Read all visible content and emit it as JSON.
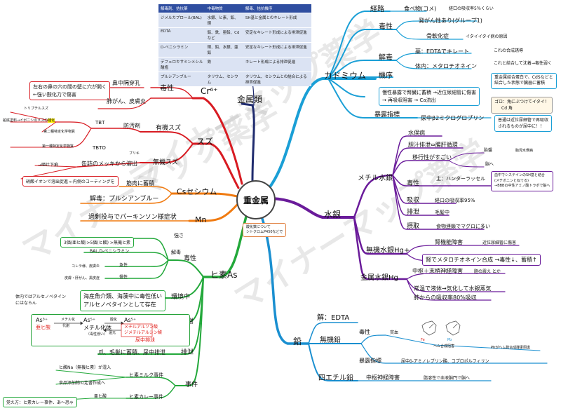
{
  "center": "重金属",
  "metal_table": {
    "headers": [
      "解毒剤、拮抗薬",
      "中毒物質",
      "解毒、拮抗機序"
    ],
    "rows": [
      [
        "ジメルカプロール(BAL)",
        "水銀、ヒ素、鉛、銅",
        "SH基と金属とのキレート形成"
      ],
      [
        "EDTA",
        "鉛、鉄、亜鉛、Cdなど",
        "安定なキレート形成による排泄促進"
      ],
      [
        "D-ペニシラミン",
        "銅、鉛、水銀、亜鉛",
        "安定なキレート形成による排泄促進"
      ],
      [
        "デフェロキサミンメシル酸塩",
        "鉄",
        "キレート形成による排泄促進"
      ],
      [
        "プルシアンブルー",
        "タリウム、セシウム",
        "タリウム、セシウムとの結合による排泄促進"
      ]
    ]
  },
  "metal_class": "金属類",
  "cadmium": {
    "title": "カドミウム",
    "route": "経路",
    "route_val": "食べ物(コメ)",
    "route_note": "経口の吸収率5％くらい",
    "toxicity": "毒性",
    "tox_val": "発がん性あり(グループ1)",
    "bone": "骨軟化症",
    "itai": "イタイイタイ病の原因",
    "detox": "解毒",
    "drug": "薬：EDTAでキレート",
    "drug_note": "これの合成誘導",
    "body": "体内：メタロチオネイン",
    "body_note": "これと結合して沈着→毒性弱く",
    "mech": "機序",
    "mech_note1": "重金属結合蛋白で、CdSなどと",
    "mech_note2": "結合した状態で臓器に蓄積",
    "chronic1": "慢性暴露で腎臓に蓄積 →近位尿細管に傷害",
    "chronic2": "→ 再吸収阻害 → Ca流出",
    "goro": "ゴロ：角にぶつけてイタイ！",
    "goro2": "Cd 角",
    "marker": "暴露指標",
    "marker_val": "尿中β2ミクログロブリン",
    "marker_note1": "普通は近位尿細管で再吸収",
    "marker_note2": "されるものが尿中に！！"
  },
  "mercury": {
    "title": "水銀",
    "methyl": "メチル水銀",
    "minamata": "水俣病",
    "bile": "胆汁排泄⇔腸肝循環",
    "transfer": "移行性がすごい",
    "fetus": "胎盤",
    "fetus_note": "胎児水俣病",
    "brain": "脳へ",
    "brain_note1": "血中でシステインのSH基と結合",
    "brain_note2": "(メチオニンと似てる)",
    "brain_note3": "→BBBの中性アミノ酸トラポで脳へ",
    "tox": "毒性",
    "tox_val": "主：ハンターラッセル",
    "absorb": "吸収",
    "absorb_val": "経口の吸収率95%",
    "excrete": "排泄",
    "excrete_val": "毛髪中",
    "intake": "摂取",
    "intake_val": "食物連鎖でマグロに多い",
    "inorganic": "無機水銀Hg+",
    "renal": "腎機能障害",
    "renal_note": "近位尿細管に傷害",
    "kidney": "腎でメタロチオネイン合成 →毒性↓、蓄積↑",
    "metal": "金属水銀Hg",
    "cns": "中枢＋末梢神経障害",
    "cns_note": "脂の震え とか",
    "vapor": "常温で液体→気化して水銀蒸気",
    "lung": "肺からの吸収率80%吸収"
  },
  "lead": {
    "title": "鉛",
    "detox": "解：EDTA",
    "inorganic": "無機鉛",
    "tox": "毒性",
    "anemia": "貧血",
    "heme": "ヘム合成阻害",
    "heme_note": "Pbがヘム数合成酵素阻害",
    "marker": "暴露指標",
    "marker_val": "尿中δ-アミノレブリン酸、コプロポルフィリン",
    "tetra": "四エチル鉛",
    "cns": "中枢神経障害",
    "cns_note": "脂溶性で血液脳門で脳へ",
    "note_box1": "酸化数について",
    "note_box2": "シトクロムP450などで"
  },
  "chromium": {
    "title": "Cr⁶⁺",
    "tox": "毒性",
    "septum": "鼻中隔穿孔",
    "septum_note1": "左右の鼻の穴の間の壁に穴が開く",
    "septum_note2": "←強い酸化力で傷害",
    "lung": "肺がん、皮膚炎"
  },
  "tin": {
    "title": "スズ",
    "organic": "有機スズ",
    "antifoul": "防汚剤",
    "tbt": "TBT",
    "tbt_1": "トリブチルスズ",
    "tbt_2a": "船底塗料→イボニシのメスの",
    "tbt_2b": "雄化",
    "tbt_3": "第二種特定化学物質",
    "tbto": "TBTO",
    "tbto_1": "第一種特定化学物質",
    "inorganic": "無機スズ",
    "can": "缶詰のメッキから溶出",
    "plating": "ブリキ",
    "vomit": "→嘔吐下痢",
    "nitrate": "硝酸イオンで溶出促進 ←内側のコーティングを"
  },
  "cesium": {
    "title": "Csセシウム",
    "muscle": "筋肉に蓄積",
    "detox": "解毒：プルシアンブルー"
  },
  "manganese": {
    "title": "Mn",
    "val": "過剰投与でパーキンソン様症状"
  },
  "arsenic": {
    "title": "ヒ素As",
    "tox": "毒性",
    "strength": "強さ",
    "strength_val": "3価(亜ヒ酸)>5価(ヒ酸) >無機ヒ素",
    "detox": "解毒",
    "detox_val": "BAL,D-ペニシラミン",
    "acute": "急性",
    "acute_val": "コレラ様、皮膚炎",
    "chronic": "慢性",
    "chronic_val": "皮膚・肝がん、黒皮症",
    "circ": "環境中",
    "circ_val1": "海産魚介類、海藻中に毒性低い",
    "circ_val2": "アルセノベタインとして存在",
    "circ_note1": "体内ではアルセノベタイン",
    "circ_note2": "にはならん",
    "metab": "代謝",
    "as3": "As³⁺",
    "as3name": "亜ヒ酸",
    "methylate": "メチル化",
    "metab_sub": "代謝",
    "as5": "As⁵⁺",
    "methyl_body": "メチル化体",
    "methyl_body_sub": "（毒性低い）",
    "oxid": "酸化",
    "as5b": "As⁵⁺",
    "mma": "メチルアルソン酸",
    "dma": "ジメチルアルシン酸",
    "urine": "尿中排泄",
    "reduce": "還元",
    "excr": "排泄",
    "excr_val": "爪、毛髪に蓄積、尿中排泄",
    "incident": "事件",
    "milk": "ヒ素ミルク事件",
    "milk_sub": "ヒ酸Na（無機ヒ素）が混入",
    "milk_note": "食品添加物公定書作成へ",
    "curry": "ヒ素カレー事件",
    "curry_sub": "亜ヒ酸",
    "memo": "覚え方：ヒ素カレー事件、あ～恐ゃ"
  },
  "watermark": "マイナーマップ薬学",
  "colors": {
    "cadmium": "#1a9fd6",
    "mercury": "#6a1b9a",
    "lead": "#1a8fd0",
    "arsenic": "#22a83a",
    "manganese": "#f07a10",
    "cesium": "#f07a10",
    "tin": "#d81b22",
    "chromium": "#d81b22",
    "metal": "#1f2b6e",
    "table_head": "#2f4ea0",
    "table_cell": "#dbe3f3"
  }
}
